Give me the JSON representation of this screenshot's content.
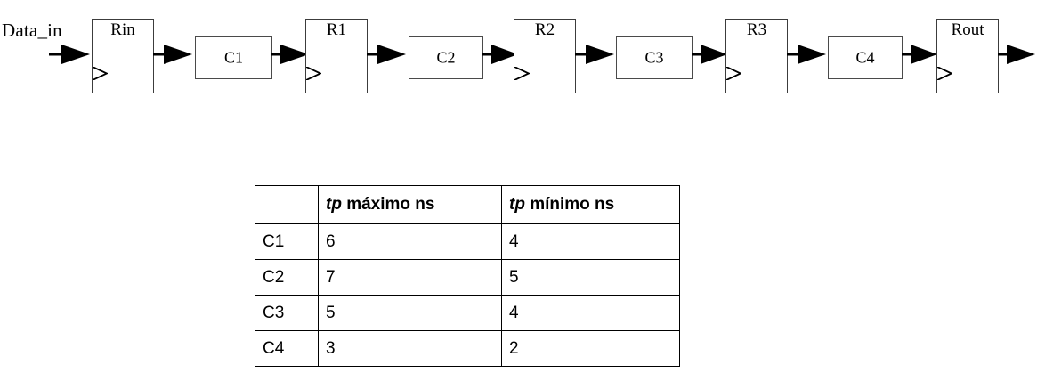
{
  "diagram": {
    "input_label": "Data_in",
    "stages": [
      {
        "id": "Rin",
        "type": "register",
        "label": "Rin"
      },
      {
        "id": "C1",
        "type": "combinational",
        "label": "C1"
      },
      {
        "id": "R1",
        "type": "register",
        "label": "R1"
      },
      {
        "id": "C2",
        "type": "combinational",
        "label": "C2"
      },
      {
        "id": "R2",
        "type": "register",
        "label": "R2"
      },
      {
        "id": "C3",
        "type": "combinational",
        "label": "C3"
      },
      {
        "id": "R3",
        "type": "register",
        "label": "R3"
      },
      {
        "id": "C4",
        "type": "combinational",
        "label": "C4"
      },
      {
        "id": "Rout",
        "type": "register",
        "label": "Rout"
      }
    ]
  },
  "table": {
    "corner_label": "",
    "headers": {
      "tp": "tp",
      "max": " máximo ns",
      "min": " mínimo ns"
    },
    "rows": [
      {
        "name": "C1",
        "max": "6",
        "min": "4"
      },
      {
        "name": "C2",
        "max": "7",
        "min": "5"
      },
      {
        "name": "C3",
        "max": "5",
        "min": "4"
      },
      {
        "name": "C4",
        "max": "3",
        "min": "2"
      }
    ]
  },
  "colors": {
    "line": "#000000",
    "register_border": "#3c3c3c",
    "comb_border": "#4a4a4a",
    "background": "#ffffff"
  }
}
